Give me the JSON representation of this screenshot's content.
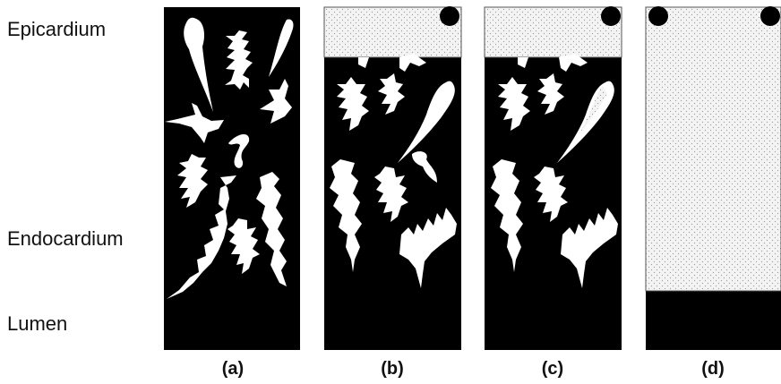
{
  "layers": {
    "epicardium": "Epicardium",
    "endocardium": "Endocardium",
    "lumen": "Lumen"
  },
  "panels": [
    "(a)",
    "(b)",
    "(c)",
    "(d)"
  ],
  "colors": {
    "tissue": "#000000",
    "cell": "#ffffff",
    "necrotic_region": "#f3f3f3",
    "stipple": "#9a9a9a",
    "outline": "#555555"
  }
}
